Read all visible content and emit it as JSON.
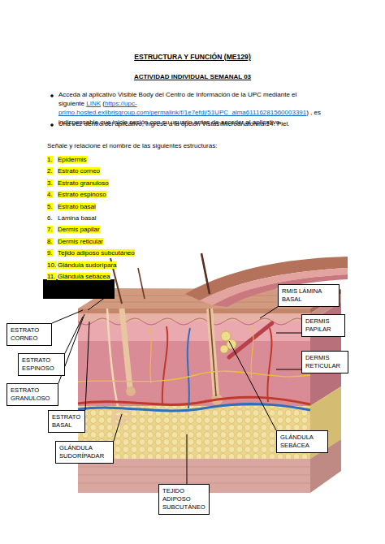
{
  "diagram": {
    "title": "ESTRUCTURA Y FUNCIÓN (ME129)",
    "nodes": [
      {
        "text": [
          "RMIS LÁMINA BASAL"
        ]
      },
      {
        "text": [
          "DERMIS PAPILAR"
        ]
      },
      {
        "text": [
          "ESTRATO CORNEO"
        ]
      },
      {
        "text": [
          "DERMIS RETICULAR"
        ]
      },
      {
        "text": [
          "ESTRATO ESPINOSO"
        ]
      },
      {
        "text": [
          "ESTRATO GRANULOSO"
        ]
      },
      {
        "text": [
          "ESTRATO BASAL"
        ]
      },
      {
        "text": [
          "GLÁNDULA SEBÁCEA"
        ]
      },
      {
        "text": [
          "GLÁNDULA SUDORÍPADAR"
        ]
      },
      {
        "text": [
          "TEJIDO ADIPOSO SUBCUTÁNEO"
        ]
      }
    ],
    "labels": [
      "ACTIVIDAD INDIVIDUAL SEMANAL 03",
      "Acceda al aplicativo Visible Body del Centro de Información de la UPC mediante el siguiente",
      "LINK",
      "(",
      "https://upc-primo.hosted.exlibrisgroup.com/permalink/f/1e7efdj/51UPC_alma61116281560003391",
      ") , es indispensable que inicie sesión con su usuario antes de acceder al aplicativo.",
      "Una vez dentro del aplicativo, ingrese a la opción Vistas\\Microanatomía\\14. Piel.",
      "Señale y relacione el nombre de las siguientes estructuras:",
      "1.",
      "Epidermis",
      "2.",
      "Estrato corneo",
      "3.",
      "Estrato granuloso",
      "4.",
      "Estrato espinoso",
      "5.",
      "Estrato basal",
      "6.",
      "Lámina basal",
      "7.",
      "Dermis papilar",
      "8.",
      "Dermis reticular",
      "9.",
      "Tejido adiposo subcutáneo",
      "10.",
      "Glándula sudorípara",
      "11.",
      "Glándula sebácea"
    ]
  }
}
